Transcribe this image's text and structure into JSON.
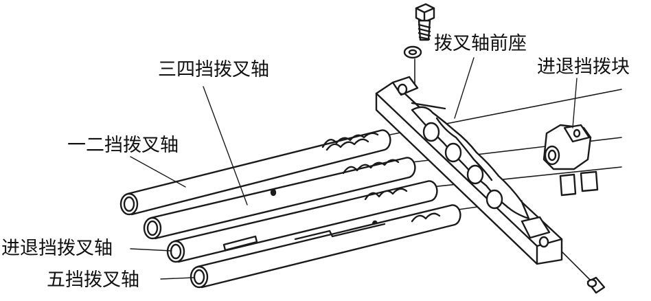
{
  "labels": {
    "shaft_34": "三四挡拨叉轴",
    "shaft_12": "一二挡拨叉轴",
    "shaft_reverse": "进退挡拨叉轴",
    "shaft_5": "五挡拨叉轴",
    "front_seat": "拨叉轴前座",
    "reverse_block": "进退挡拨块"
  },
  "colors": {
    "line": "#1a1a1a",
    "fill": "#ffffff"
  }
}
